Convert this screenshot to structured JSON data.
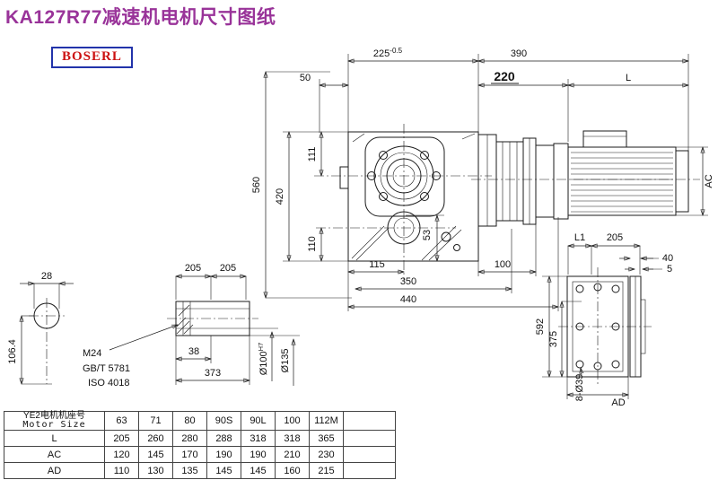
{
  "page": {
    "title": "KA127R77减速机电机尺寸图纸",
    "logo": "BOSERL"
  },
  "colors": {
    "title_color": "#993399",
    "logo_text": "#cc1111",
    "logo_border": "#2233aa",
    "line_color": "#1b1b1b"
  },
  "dims": {
    "d225": "225",
    "d225_tol": "-0.5",
    "d390": "390",
    "d220": "220",
    "dL": "L",
    "d50": "50",
    "d560": "560",
    "d420": "420",
    "d111": "111",
    "d110": "110",
    "d115": "115",
    "d100": "100",
    "d53": "53",
    "d350": "350",
    "d440": "440",
    "d28": "28",
    "d106_4": "106.4",
    "d205a": "205",
    "d205b": "205",
    "m24": "M24",
    "gbt5781": "GB/T 5781",
    "iso4018": "ISO 4018",
    "d38": "38",
    "d373": "373",
    "dia100": "Ø100",
    "dia100_sup": "H7",
    "dia135": "Ø135",
    "dL1": "L1",
    "d205c": "205",
    "d40": "40",
    "d5": "5",
    "d592": "592",
    "d375": "375",
    "d8d39": "8-Ø39",
    "dAD": "AD",
    "dAC": "AC"
  },
  "table": {
    "header_line1": "YE2电机机座号",
    "header_line2": "Motor Size",
    "sizes": [
      "63",
      "71",
      "80",
      "90S",
      "90L",
      "100",
      "112M"
    ],
    "rows": [
      {
        "label": "L",
        "values": [
          "205",
          "260",
          "280",
          "288",
          "318",
          "318",
          "365"
        ]
      },
      {
        "label": "AC",
        "values": [
          "120",
          "145",
          "170",
          "190",
          "190",
          "210",
          "230"
        ]
      },
      {
        "label": "AD",
        "values": [
          "110",
          "130",
          "135",
          "145",
          "145",
          "160",
          "215"
        ]
      }
    ]
  }
}
